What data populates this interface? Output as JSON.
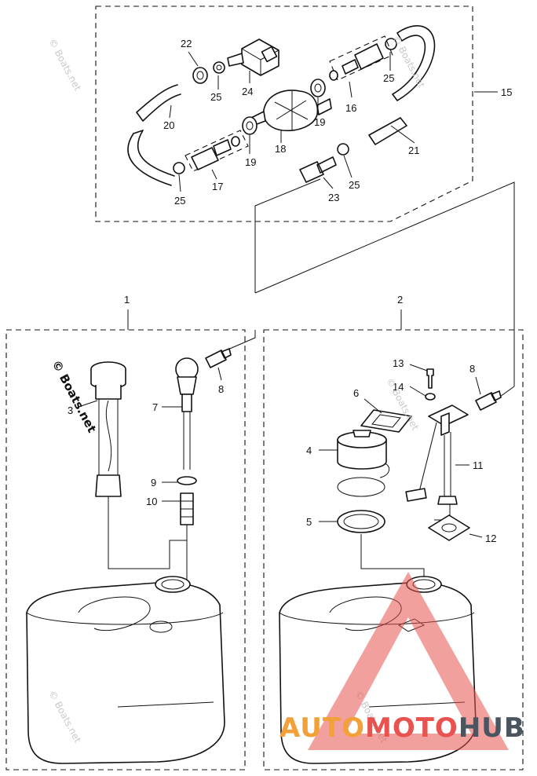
{
  "watermarks": {
    "side": "© Boats.net",
    "main": "© Boats.net"
  },
  "brand": {
    "part1": "AUTO",
    "part2": "MOTO",
    "part3": "HUB",
    "colors": {
      "auto": "#f2a13a",
      "moto": "#e8524f",
      "hub": "#4a5560",
      "triangle": "#e8524f"
    }
  },
  "callouts": {
    "c1": "1",
    "c2": "2",
    "c3": "3",
    "c4": "4",
    "c5": "5",
    "c6": "6",
    "c7": "7",
    "c8a": "8",
    "c8b": "8",
    "c9": "9",
    "c10": "10",
    "c11": "11",
    "c12": "12",
    "c13": "13",
    "c14": "14",
    "c15": "15",
    "c16": "16",
    "c17": "17",
    "c18": "18",
    "c19a": "19",
    "c19b": "19",
    "c20": "20",
    "c21": "21",
    "c22": "22",
    "c23": "23",
    "c24": "24",
    "c25a": "25",
    "c25b": "25",
    "c25c": "25",
    "c25d": "25"
  }
}
